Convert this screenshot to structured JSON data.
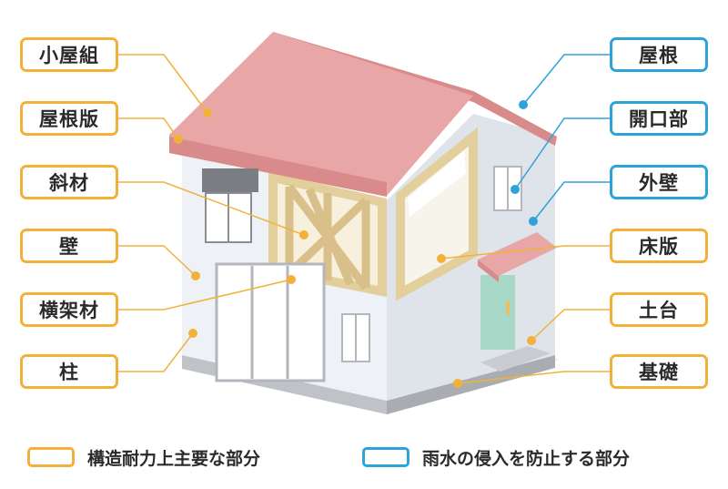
{
  "left_labels": [
    {
      "id": "koyagumi",
      "text": "小屋組"
    },
    {
      "id": "yanebanban",
      "text": "屋根版"
    },
    {
      "id": "shazai",
      "text": "斜材"
    },
    {
      "id": "kabe",
      "text": "壁"
    },
    {
      "id": "oukazai",
      "text": "横架材"
    },
    {
      "id": "hashira",
      "text": "柱"
    }
  ],
  "right_labels": [
    {
      "id": "yane",
      "text": "屋根"
    },
    {
      "id": "kaikoubu",
      "text": "開口部"
    },
    {
      "id": "gaiheki",
      "text": "外壁"
    },
    {
      "id": "yukaban",
      "text": "床版"
    },
    {
      "id": "dodai",
      "text": "土台"
    },
    {
      "id": "kiso",
      "text": "基礎"
    }
  ],
  "legend": {
    "structural": "構造耐力上主要な部分",
    "waterproof": "雨水の侵入を防止する部分"
  },
  "colors": {
    "structural": "#f2b23a",
    "waterproof": "#2ea3da",
    "roof": "#e8a6a6",
    "wall": "#e4e8ef",
    "frame": "#e3cf9c",
    "door": "#a8d8c8"
  }
}
